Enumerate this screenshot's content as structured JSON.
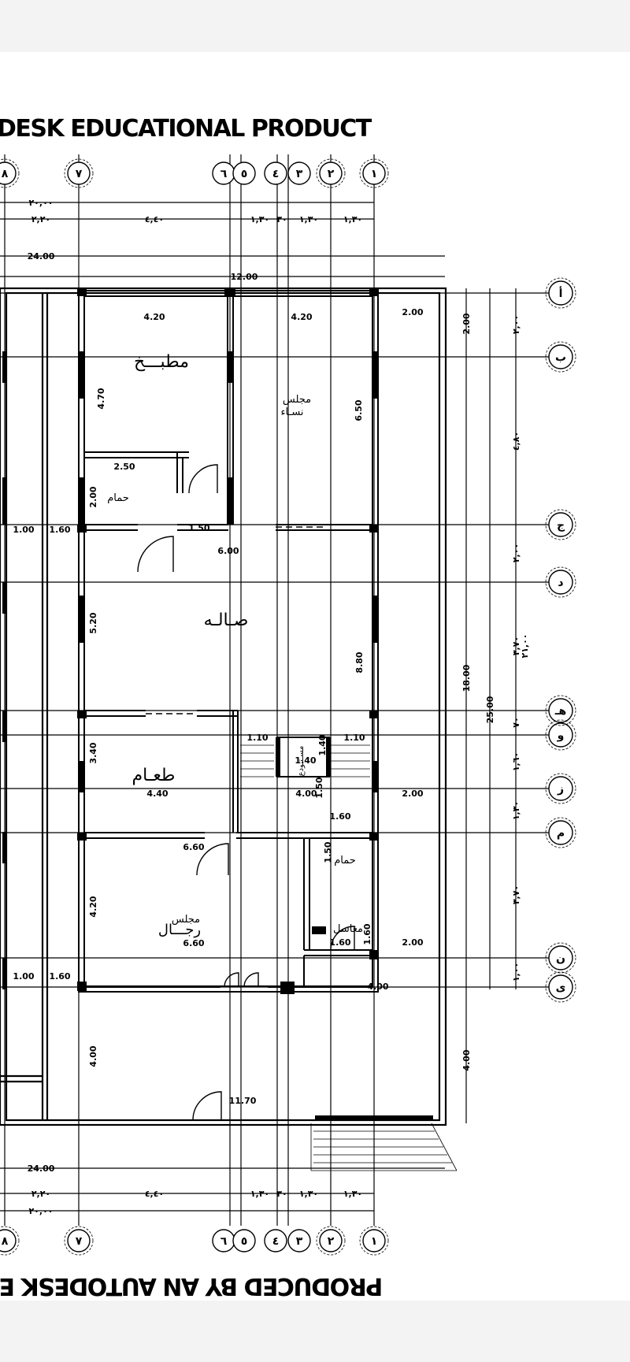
{
  "banners": {
    "top": "DESK EDUCATIONAL PRODUCT",
    "bottom": "PRODUCED BY AN AUTODESK E"
  },
  "grid": {
    "columns": [
      "٨",
      "٧",
      "٦",
      "٥",
      "٤",
      "٣",
      "٢",
      "١"
    ],
    "rows": [
      "أ",
      "ب",
      "ج",
      "د",
      "هـ",
      "و",
      "ز",
      "م",
      "ن",
      "ى"
    ]
  },
  "dims_top": {
    "row1": [
      "٢٠,٠٠"
    ],
    "row2": [
      "٢,٢٠",
      "٤,٤٠",
      "١,٣٠",
      "٣٠",
      "١,٣٠",
      "١,٣٠"
    ],
    "row3": [
      "24.00"
    ],
    "row4": [
      "12.00"
    ]
  },
  "dims_right": {
    "col1": [
      "2.00",
      "18.00",
      "4.00"
    ],
    "col2": [
      "25.00"
    ],
    "col3": [
      "٢,٠٠",
      "٤,٨٠",
      "٢,٠٠",
      "٣,٧٠",
      "٢١,٠٠",
      "٧٠",
      "١,٦٠",
      "١,٣٠",
      "٣,٧٠",
      "١,٠٠"
    ]
  },
  "dims_bottom": {
    "row1": [
      "24.00"
    ],
    "row2": [
      "٢,٢٠",
      "٤,٤٠",
      "١,٣٠",
      "٣٠",
      "١,٣٠",
      "١,٣٠"
    ],
    "row3": [
      "٢٠,٠٠"
    ]
  },
  "inner_dims": [
    "4.20",
    "4.20",
    "2.00",
    "4.70",
    "6.50",
    "2.50",
    "2.00",
    "1.50",
    "1.00",
    "1.60",
    "6.00",
    "5.20",
    "8.80",
    "3.40",
    "1.10",
    "1.40",
    "1.40",
    "1.10",
    "1.50",
    "4.40",
    "4.00",
    "2.00",
    "1.60",
    "6.60",
    "1.50",
    "4.20",
    "6.60",
    "1.60",
    "1.60",
    "2.00",
    "1.00",
    "1.60",
    "4.00",
    "4.00",
    "11.70"
  ],
  "rooms": {
    "kitchen": "مطبـــخ",
    "women_majlis_1": "مجلس",
    "women_majlis_2": "نسـاء",
    "bath_1": "حمام",
    "hall": "صـالـه",
    "dining": "طعـام",
    "storage": "مسـتـودع",
    "bath_2": "حمام",
    "men_majlis_1": "مجلس",
    "men_majlis_2": "رجـــال",
    "sinks": "مغاسل"
  }
}
